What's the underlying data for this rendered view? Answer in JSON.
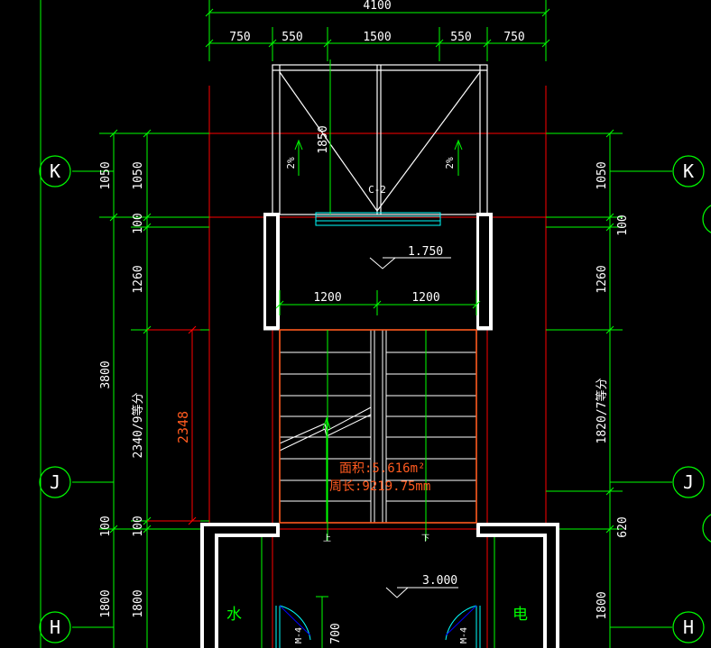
{
  "top_dims": {
    "total": "4100",
    "segments": [
      "750",
      "550",
      "1500",
      "550",
      "750"
    ]
  },
  "left_dims": {
    "outer_total": "3800",
    "outer_segments": [
      "1050",
      "100",
      "1260",
      "2340/9等分",
      "100",
      "1800"
    ],
    "inner": "2348"
  },
  "right_dims": {
    "segments": [
      "1050",
      "100",
      "1260",
      "1820/7等分",
      "620",
      "1800"
    ]
  },
  "grid_labels": {
    "k": "K",
    "j": "J",
    "h": "H"
  },
  "plan_labels": {
    "upper_section": "1850",
    "slope_left": "2%",
    "slope_right": "2%",
    "window": "C-2",
    "landing_level": "1.750",
    "run_left": "1200",
    "run_right": "1200",
    "floor_level": "3.000",
    "door_left": "M-4",
    "door_right": "M-4",
    "bottom_dim": "700",
    "room_left": "水",
    "room_right": "电",
    "tick_left": "上",
    "tick_right": "下"
  },
  "area_readout": {
    "area": "面积:5.616m²",
    "perimeter": "周长:9219.75mm"
  },
  "colors": {
    "background": "#000000",
    "green": "#00ff00",
    "red": "#ff0000",
    "white": "#ffffff",
    "orange": "#ff5a1f",
    "cyan": "#00ffff",
    "blue": "#0000ff"
  }
}
